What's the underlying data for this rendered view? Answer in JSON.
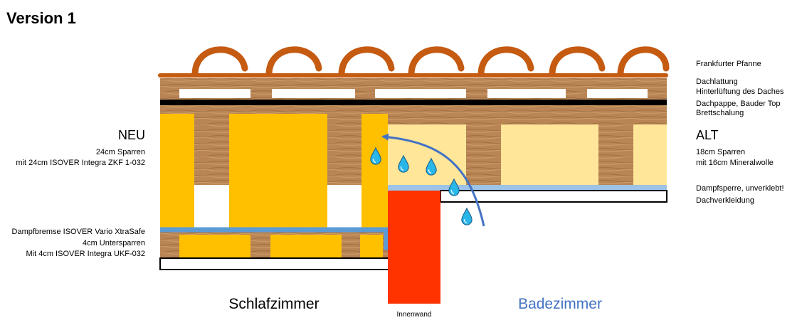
{
  "title": "Version 1",
  "left_side": {
    "heading": "NEU",
    "rafters": "24cm Sparren",
    "insulation": "mit 24cm ISOVER Integra ZKF 1-032",
    "vapor_brake": "Dampfbremse ISOVER Vario XtraSafe",
    "sub_rafters": "4cm Untersparren",
    "sub_insulation": "Mit 4cm ISOVER Integra UKF-032"
  },
  "right_side": {
    "heading": "ALT",
    "rafters": "18cm Sparren",
    "insulation": "mit 16cm Mineralwolle",
    "vapor_barrier": "Dampfsperre, unverklebt!",
    "ceiling": "Dachverkleidung"
  },
  "roof_layers": {
    "tiles": "Frankfurter Pfanne",
    "battens": "Dachlattung",
    "ventilation": "Hinterlüftung des Daches",
    "felt": "Dachpappe, Bauder Top",
    "boarding": "Brettschalung"
  },
  "rooms": {
    "bedroom": "Schlafzimmer",
    "bathroom": "Badezimmer",
    "inner_wall": "Innenwand"
  },
  "colors": {
    "wood": "#b98555",
    "wood_grain": "#8c5a2e",
    "tile": "#c55a11",
    "new_insulation": "#ffc000",
    "old_insulation": "#ffe699",
    "vapor_brake": "#5b9bd5",
    "vapor_barrier": "#9dc3e6",
    "inner_wall": "#ff3300",
    "arrow": "#4472c4",
    "droplet": "#29b6e8",
    "bathroom_text": "#4472c4"
  },
  "icons": [
    "roof-tile-icon",
    "water-droplet-icon",
    "airflow-arrow-icon"
  ]
}
